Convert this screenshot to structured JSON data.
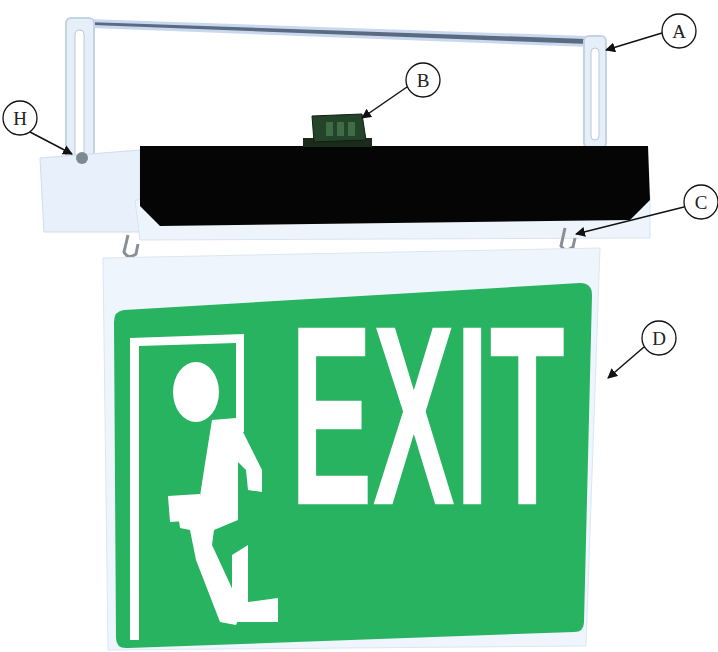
{
  "diagram": {
    "labels": [
      "A",
      "B",
      "H",
      "C",
      "D",
      "EXIT"
    ]
  }
}
